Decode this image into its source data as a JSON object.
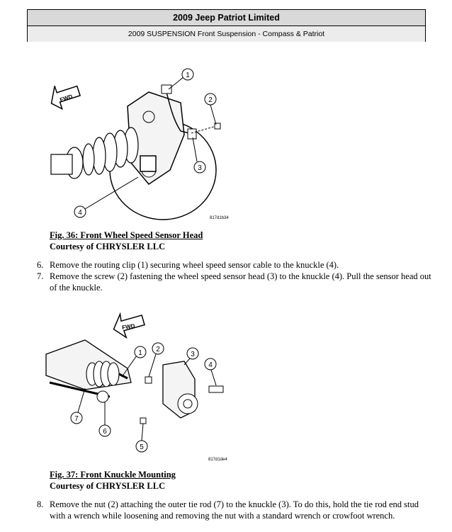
{
  "header": {
    "title": "2009 Jeep Patriot Limited",
    "subtitle": "2009 SUSPENSION Front Suspension - Compass & Patriot"
  },
  "figure36": {
    "fwd_label": "FWD",
    "callouts": [
      "1",
      "2",
      "3",
      "4"
    ],
    "code": "817d1b34",
    "caption_title": "Fig. 36: Front Wheel Speed Sensor Head",
    "caption_credit": "Courtesy of CHRYSLER LLC"
  },
  "steps_a": [
    {
      "num": "6.",
      "text": "Remove the routing clip (1) securing wheel speed sensor cable to the knuckle (4)."
    },
    {
      "num": "7.",
      "text": "Remove the screw (2) fastening the wheel speed sensor head (3) to the knuckle (4). Pull the sensor head out of the knuckle."
    }
  ],
  "figure37": {
    "fwd_label": "FWD",
    "callouts": [
      "1",
      "2",
      "3",
      "4",
      "5",
      "6",
      "7"
    ],
    "code": "817d1de4",
    "caption_title": "Fig. 37: Front Knuckle Mounting",
    "caption_credit": "Courtesy of CHRYSLER LLC"
  },
  "steps_b": [
    {
      "num": "8.",
      "text": "Remove the nut (2) attaching the outer tie rod (7) to the knuckle (3). To do this, hold the tie rod end stud with a wrench while loosening and removing the nut with a standard wrench or crowfoot wrench."
    }
  ]
}
